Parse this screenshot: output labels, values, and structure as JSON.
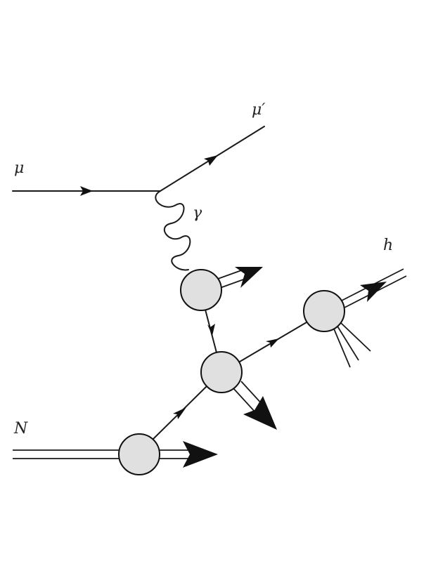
{
  "diagram": {
    "labels": {
      "incoming_muon": "μ",
      "outgoing_muon": "μ′",
      "photon": "γ",
      "hadron": "h",
      "nucleon": "N"
    },
    "colors": {
      "line": "#1a1a1a",
      "blob_fill": "#e0e0e0",
      "background": "#ffffff"
    }
  }
}
